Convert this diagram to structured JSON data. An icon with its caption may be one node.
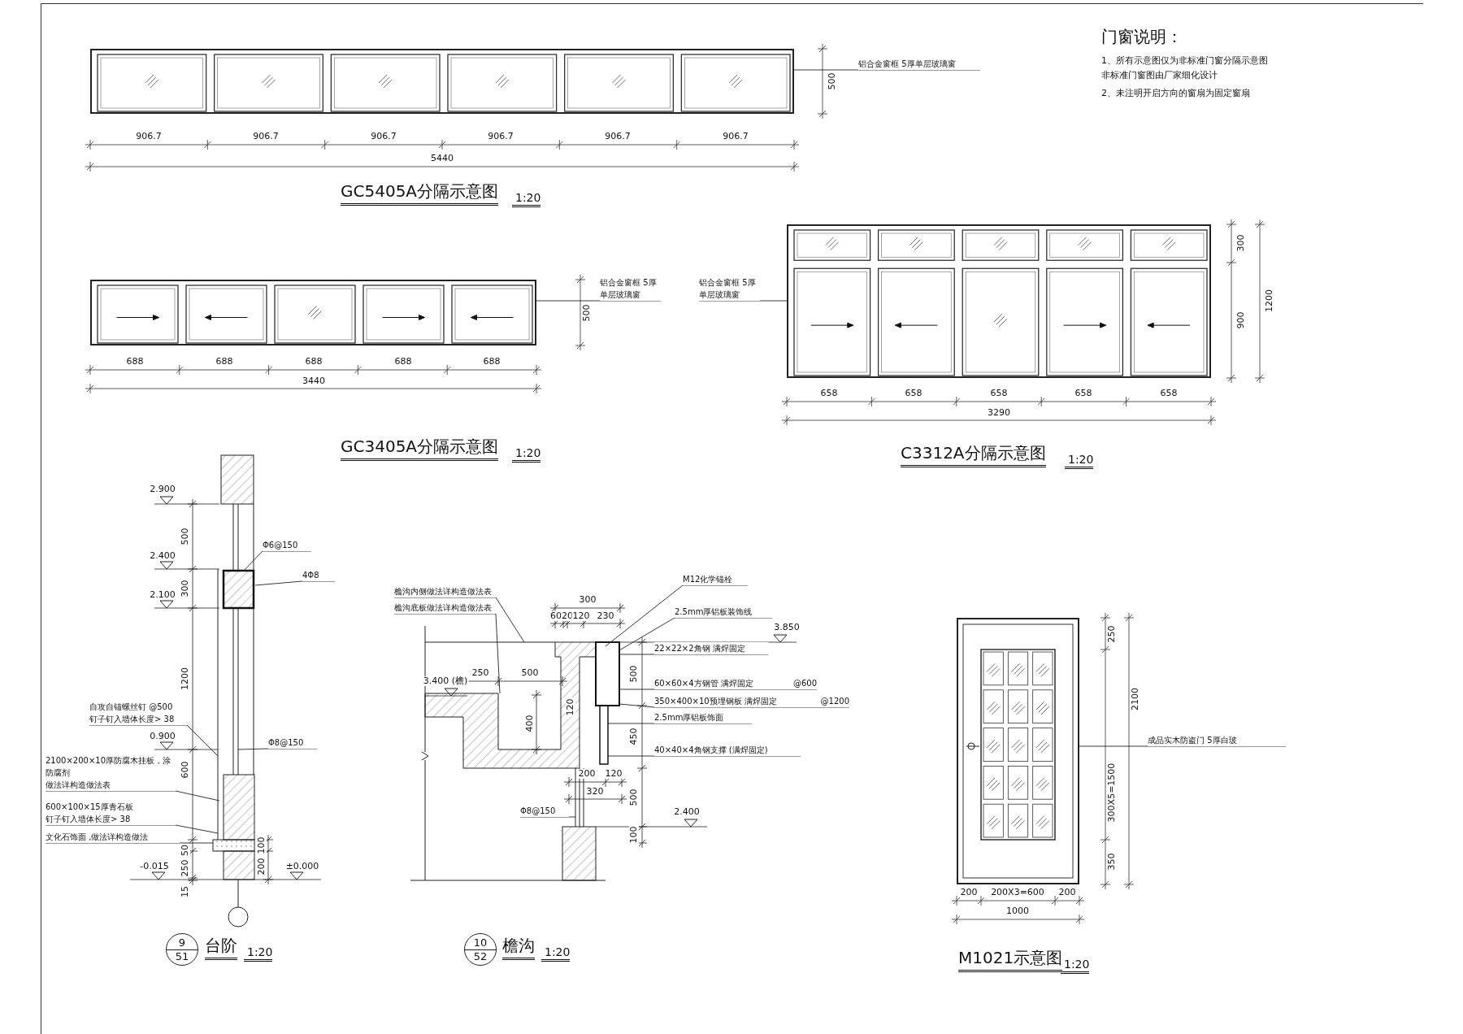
{
  "diagram": {
    "nodes": [
      {
        "text": [],
        "shape": "box"
      },
      {
        "text": [
          "铝合金窗框 5厚单层玻璃窗"
        ]
      },
      {
        "text": [],
        "shape": "box"
      },
      {
        "text": [
          "铝合金窗框 5厚单层玻璃窗"
        ]
      },
      {
        "text": [],
        "shape": "box"
      },
      {
        "text": [
          "铝合金窗框 5厚单层玻璃窗"
        ]
      },
      {
        "text": [
          "9",
          "51"
        ]
      },
      {
        "text": [
          "Φ6@150"
        ]
      },
      {
        "text": [
          "4Φ8"
        ]
      },
      {
        "text": [
          "自攻自锚螺丝钉 @500",
          "钉子钉入墙体长度> 38"
        ]
      },
      {
        "text": [
          "2100×200×10厚防腐木挂板，涂防腐剂",
          "做法详构造做法表"
        ]
      },
      {
        "text": [
          "600×100×15厚青石板",
          "钉子钉入墙体长度> 38"
        ]
      },
      {
        "text": [
          "文化石饰面 ,做法详构造做法"
        ]
      },
      {
        "text": [
          "Φ8@150"
        ]
      },
      {
        "text": [
          "10",
          "52"
        ]
      },
      {
        "text": [
          "檐沟内侧做法详构造做法表"
        ]
      },
      {
        "text": [
          "檐沟底板做法详构造做法表"
        ]
      },
      {
        "text": [
          "M12化学锚栓"
        ]
      },
      {
        "text": [
          "2.5mm厚铝板装饰线"
        ]
      },
      {
        "text": [
          "22×22×2角钢 满焊固定"
        ]
      },
      {
        "text": [
          "60×60×4方钢管 满焊固定",
          "@600"
        ]
      },
      {
        "text": [
          "350×400×10预埋钢板 满焊固定",
          "@1200"
        ]
      },
      {
        "text": [
          "2.5mm厚铝板饰面"
        ]
      },
      {
        "text": [
          "40×40×4角钢支撑 (满焊固定)"
        ]
      },
      {
        "text": [
          "Φ8@150"
        ]
      },
      {
        "text": [],
        "shape": "box"
      },
      {
        "text": [
          "成品实木防盗门 5厚白玻"
        ]
      }
    ],
    "edges": [
      {
        "from": 1,
        "to": 0,
        "arrow": "none"
      },
      {
        "from": 3,
        "to": 2,
        "arrow": "none"
      },
      {
        "from": 5,
        "to": 4,
        "arrow": "none"
      },
      {
        "from": 7,
        "to": null,
        "arrow": "none"
      },
      {
        "from": 8,
        "to": null,
        "arrow": "none"
      },
      {
        "from": 9,
        "to": null,
        "arrow": "none"
      },
      {
        "from": 10,
        "to": null,
        "arrow": "none"
      },
      {
        "from": 11,
        "to": null,
        "arrow": "none"
      },
      {
        "from": 12,
        "to": null,
        "arrow": "none"
      },
      {
        "from": 13,
        "to": null,
        "arrow": "none"
      },
      {
        "from": 15,
        "to": null,
        "arrow": "none"
      },
      {
        "from": 16,
        "to": null,
        "arrow": "none"
      },
      {
        "from": 17,
        "to": null,
        "arrow": "none"
      },
      {
        "from": 18,
        "to": null,
        "arrow": "none"
      },
      {
        "from": 19,
        "to": null,
        "arrow": "none"
      },
      {
        "from": 20,
        "to": null,
        "arrow": "none"
      },
      {
        "from": 21,
        "to": null,
        "arrow": "none"
      },
      {
        "from": 22,
        "to": null,
        "arrow": "none"
      },
      {
        "from": 23,
        "to": null,
        "arrow": "none"
      },
      {
        "from": 24,
        "to": null,
        "arrow": "none"
      },
      {
        "from": 26,
        "to": 25,
        "arrow": "none"
      }
    ],
    "labels": [
      "500",
      "906.7",
      "906.7",
      "906.7",
      "906.7",
      "906.7",
      "906.7",
      "5440",
      "GC5405A分隔示意图",
      "1:20",
      "500",
      "688",
      "688",
      "688",
      "688",
      "688",
      "3440",
      "GC3405A分隔示意图",
      "1:20",
      "300",
      "900",
      "1200",
      "658",
      "658",
      "658",
      "658",
      "658",
      "3290",
      "C3312A分隔示意图",
      "1:20",
      "门窗说明：",
      "1、所有示意图仅为非标准门窗分隔示意图非标准门窗图由厂家细化设计",
      "2、未注明开启方向的窗扇为固定窗扇",
      "2.900",
      "2.400",
      "2.100",
      "0.900",
      "-0.015",
      "±0.000",
      "500",
      "300",
      "1200",
      "600",
      "50",
      "250",
      "15",
      "100",
      "200",
      "台阶",
      "1:20",
      "300",
      "60",
      "20",
      "120",
      "230",
      "3.850",
      "500",
      "250",
      "500",
      "120",
      "3.400 (檐)",
      "400",
      "450",
      "200",
      "120",
      "320",
      "500",
      "2.400",
      "100",
      "檐沟",
      "1:20",
      "250",
      "300X5=1500",
      "2100",
      "350",
      "200",
      "200X3=600",
      "200",
      "1000",
      "M1021示意图",
      "1:20"
    ]
  }
}
